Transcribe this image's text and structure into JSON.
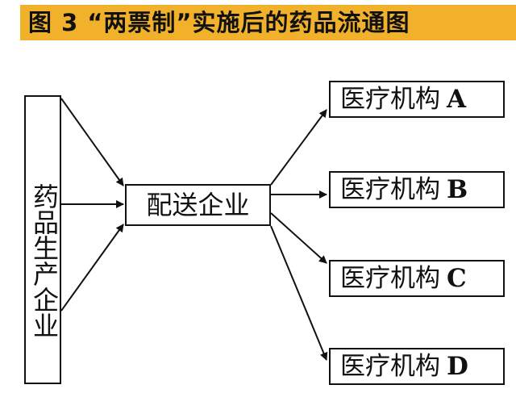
{
  "title": "图 3 “两票制”实施后的药品流通图",
  "nodes": {
    "manufacturer": "药品生产企业",
    "distributor": "配送企业",
    "institutions": [
      {
        "name": "医疗机构",
        "letter": "A"
      },
      {
        "name": "医疗机构",
        "letter": "B"
      },
      {
        "name": "医疗机构",
        "letter": "C"
      },
      {
        "name": "医疗机构",
        "letter": "D"
      }
    ]
  }
}
